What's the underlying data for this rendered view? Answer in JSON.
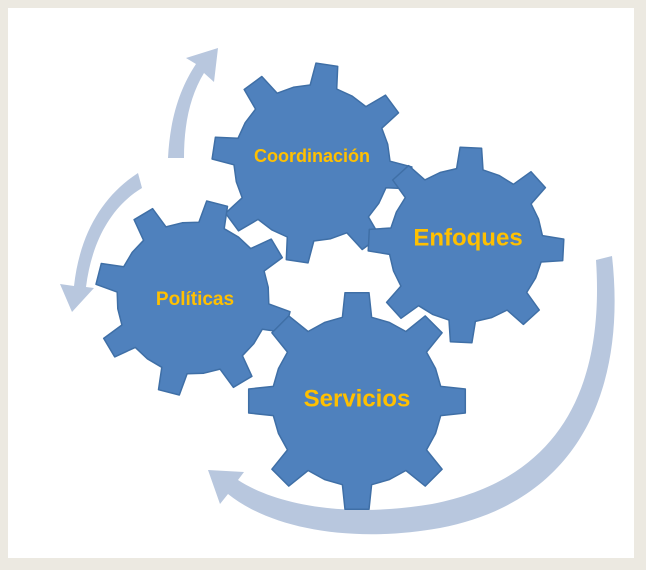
{
  "diagram": {
    "gears": [
      {
        "label": "Coordinación"
      },
      {
        "label": "Enfoques"
      },
      {
        "label": "Políticas"
      },
      {
        "label": "Servicios"
      }
    ]
  },
  "colors": {
    "gear_fill": "#4f81bd",
    "gear_stroke": "#3f6fa6",
    "label_text": "#ffc000",
    "arrow_fill": "#b8c7de",
    "page_background": "#ece9e1",
    "panel_background": "#ffffff"
  }
}
